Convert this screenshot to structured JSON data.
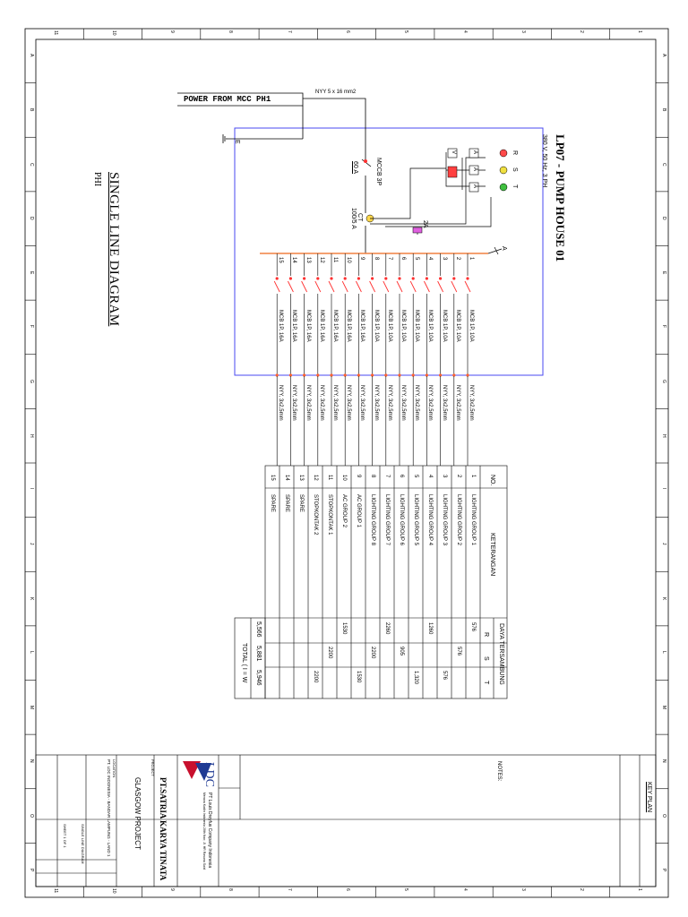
{
  "drawing": {
    "title": "SINGLE LINE DIAGRAM",
    "subtitle": "PHI",
    "panel_title": "LP07 - PUMP HOUSE 01",
    "panel_spec": "380 V, 50 Hz, 3 PH",
    "incoming_label": "POWER FROM MCC PH1",
    "incoming_cable": "NYY 5 x 16 mm2",
    "main_breaker": "MCCB 3P",
    "main_breaker_rating": "60 A",
    "ct_label": "CT",
    "ct_ratio": "100/5 A",
    "fuse_label": "2A",
    "ground_label": "E",
    "phase_labels": [
      "R",
      "S",
      "T"
    ],
    "meter_labels": [
      "V",
      "A",
      "A",
      "A"
    ],
    "bus_label": "A"
  },
  "circuits": [
    {
      "no": "1",
      "breaker": "MCB 1P, 10A",
      "cable": "NYY, 3x2,5mm",
      "desc": "LIGHTING GROUP 1",
      "r": "576",
      "s": "",
      "t": ""
    },
    {
      "no": "2",
      "breaker": "MCB 1P, 10A",
      "cable": "NYY, 3x2,5mm",
      "desc": "LIGHTING GROUP 2",
      "r": "",
      "s": "576",
      "t": ""
    },
    {
      "no": "3",
      "breaker": "MCB 1P, 10A",
      "cable": "NYY, 3x2,5mm",
      "desc": "LIGHTING GROUP 3",
      "r": "",
      "s": "",
      "t": "576"
    },
    {
      "no": "4",
      "breaker": "MCB 1P, 10A",
      "cable": "NYY, 3x2,5mm",
      "desc": "LIGHTING GROUP 4",
      "r": "1260",
      "s": "",
      "t": ""
    },
    {
      "no": "5",
      "breaker": "MCB 1P, 10A",
      "cable": "NYY, 3x2,5mm",
      "desc": "LIGHTING GROUP 5",
      "r": "",
      "s": "",
      "t": "1,320"
    },
    {
      "no": "6",
      "breaker": "MCB 1P, 10A",
      "cable": "NYY, 3x2,5mm",
      "desc": "LIGHTING GROUP 6",
      "r": "",
      "s": "905",
      "t": ""
    },
    {
      "no": "7",
      "breaker": "MCB 1P, 10A",
      "cable": "NYY, 3x2,5mm",
      "desc": "LIGHTING GROUP 7",
      "r": "2260",
      "s": "",
      "t": ""
    },
    {
      "no": "8",
      "breaker": "MCB 1P, 10A",
      "cable": "NYY, 3x2,5mm",
      "desc": "LIGHTING GROUP 8",
      "r": "",
      "s": "2200",
      "t": ""
    },
    {
      "no": "9",
      "breaker": "MCB 1P, 16A",
      "cable": "NYY, 3x2,5mm",
      "desc": "AC GROUP 1",
      "r": "",
      "s": "",
      "t": "1530"
    },
    {
      "no": "10",
      "breaker": "MCB 1P, 16A",
      "cable": "NYY, 3x2,5mm",
      "desc": "AC GROUP 2",
      "r": "1530",
      "s": "",
      "t": ""
    },
    {
      "no": "11",
      "breaker": "MCB 1P, 16A",
      "cable": "NYY, 3x2,5mm",
      "desc": "STOPKONTAK 1",
      "r": "",
      "s": "2200",
      "t": ""
    },
    {
      "no": "12",
      "breaker": "MCB 1P, 16A",
      "cable": "NYY, 3x2,5mm",
      "desc": "STOPKONTAK 2",
      "r": "",
      "s": "",
      "t": "2200"
    },
    {
      "no": "13",
      "breaker": "MCB 1P, 16A",
      "cable": "NYY, 3x2,5mm",
      "desc": "SPARE",
      "r": "",
      "s": "",
      "t": ""
    },
    {
      "no": "14",
      "breaker": "MCB 1P, 16A",
      "cable": "NYY, 3x2,5mm",
      "desc": "SPARE",
      "r": "",
      "s": "",
      "t": ""
    },
    {
      "no": "15",
      "breaker": "MCB 1P, 16A",
      "cable": "NYY, 3x2,5mm",
      "desc": "SPARE",
      "r": "",
      "s": "",
      "t": ""
    }
  ],
  "table": {
    "col_no": "NO.",
    "col_desc": "KETERANGAN",
    "col_power": "DAYA TERSAMBUNG",
    "col_r": "R",
    "col_s": "S",
    "col_t": "T",
    "total_label": "TOTAL ( I = W",
    "total_r": "5,566",
    "total_s": "5,881",
    "total_t": "5,946"
  },
  "titleblock": {
    "key_plan": "KEY PLAN",
    "notes": "NOTES:",
    "owner": "PT.SATRIA KARYA TINATA",
    "project_label": "PROJECT",
    "project": "GLASGOW PROJECT",
    "location_label": "LOCATION",
    "location": "PT. LDC INDONESIA - BANDAR LAMPUNG - LAND 1",
    "client": "PT Louis Dreyfus Company Indonesia",
    "client_addr": "Menara Kadin Indonesia 20th floor, Jl. HR Rasuna Said",
    "drawing_title": "SINGLE LINE DIAGRAM",
    "logo": "LDC",
    "sheet": "SHEET 1 OF 1"
  },
  "border": {
    "top_numbers": [
      "11",
      "10",
      "9",
      "8",
      "7",
      "6",
      "5",
      "4",
      "3",
      "2",
      "1"
    ],
    "side_letters": [
      "A",
      "B",
      "C",
      "D",
      "E",
      "F",
      "G",
      "H",
      "I",
      "J",
      "K",
      "L",
      "M",
      "N",
      "O",
      "P"
    ]
  }
}
